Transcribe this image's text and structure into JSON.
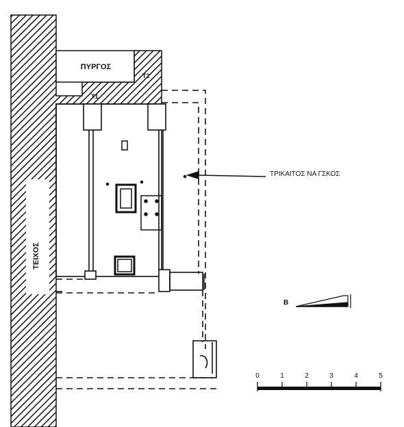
{
  "labels": {
    "tower": "ΠΥΡΓΟΣ",
    "wall": "ΤΕΙΧΟΣ",
    "annotation": "ΤΡΙΚΑΙΤΟΣ ΝΑ ΓΣΚΟΣ",
    "t1": "T1",
    "t2": "T2",
    "north": "B"
  },
  "scale": {
    "ticks": [
      "0",
      "1",
      "2",
      "3",
      "4",
      "5"
    ]
  },
  "colors": {
    "ink": "#111111",
    "paper": "#ffffff"
  }
}
